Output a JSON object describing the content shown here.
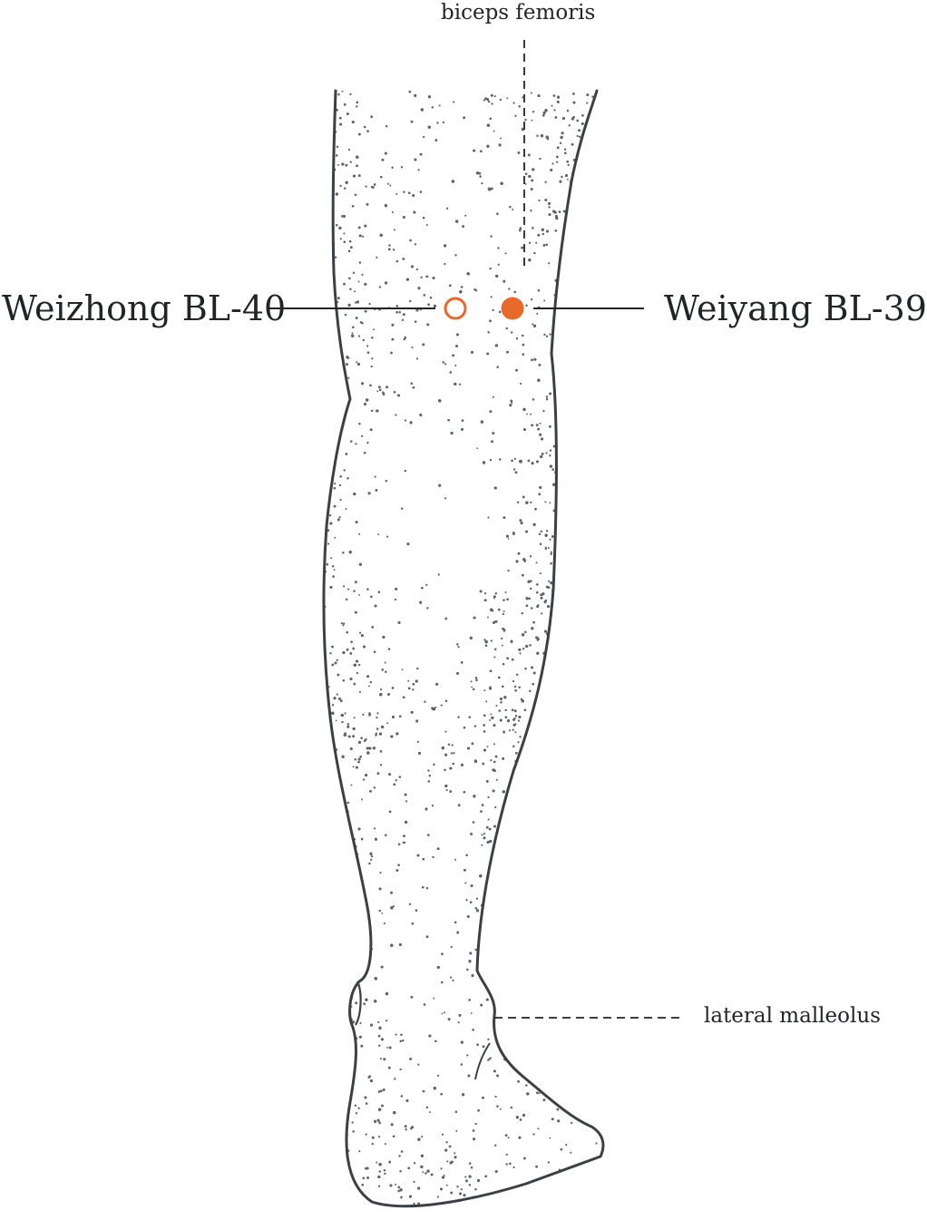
{
  "labels": {
    "biceps_femoris": "biceps femoris",
    "weizhong": "Weizhong BL-40",
    "weiyang": "Weiyang BL-39",
    "lateral_malleolus": "lateral malleolus"
  },
  "colors": {
    "point_accent": "#e8692a",
    "outline": "#3a4046",
    "stipple": "#5d646c",
    "text": "#222528",
    "background": "#ffffff"
  },
  "points": {
    "weizhong": {
      "style": "hollow-circle",
      "label_side": "left"
    },
    "weiyang": {
      "style": "filled-circle",
      "label_side": "right"
    }
  }
}
